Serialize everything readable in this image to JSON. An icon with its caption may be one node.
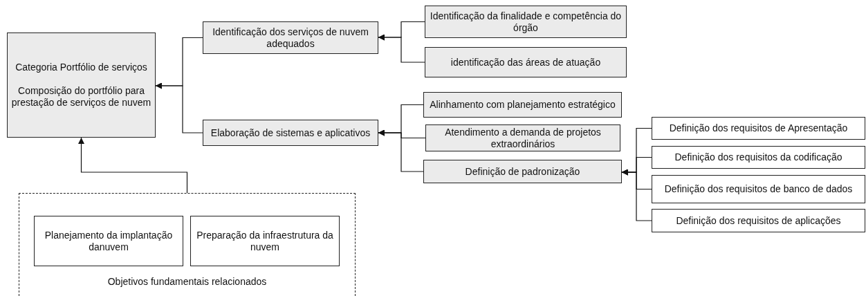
{
  "diagram": {
    "nodes": [
      {
        "text": [
          "Categoria Portfólio de serviços",
          "Composição do portfólio para prestação de serviços de nuvem"
        ]
      },
      {
        "text": [
          "Identificação dos serviços de nuvem adequados"
        ]
      },
      {
        "text": [
          "Elaboração de sistemas e aplicativos"
        ]
      },
      {
        "text": [
          "Identificação da finalidade e competência do órgão"
        ]
      },
      {
        "text": [
          "identificação das áreas de atuação"
        ]
      },
      {
        "text": [
          "Alinhamento com planejamento estratégico"
        ]
      },
      {
        "text": [
          "Atendimento a demanda de projetos extraordinários"
        ]
      },
      {
        "text": [
          "Definição de padronização"
        ]
      },
      {
        "text": [
          "Definição dos requisitos de Apresentação"
        ]
      },
      {
        "text": [
          "Definição dos requisitos da codificação"
        ]
      },
      {
        "text": [
          "Definição dos requisitos de banco de dados"
        ]
      },
      {
        "text": [
          "Definição dos requisitos de aplicações"
        ]
      },
      {
        "text": [
          "Objetivos fundamentais relacionados"
        ]
      },
      {
        "text": [
          "Planejamento da implantação danuvem"
        ],
        "in": 12
      },
      {
        "text": [
          "Preparação da infraestrutura da nuvem"
        ],
        "in": 12
      }
    ],
    "edges": [
      {
        "from": 1,
        "to": 0,
        "arrow": "to"
      },
      {
        "from": 2,
        "to": 0,
        "arrow": "to"
      },
      {
        "from": 3,
        "to": 1,
        "arrow": "to"
      },
      {
        "from": 4,
        "to": 1,
        "arrow": "to"
      },
      {
        "from": 5,
        "to": 2,
        "arrow": "to"
      },
      {
        "from": 6,
        "to": 2,
        "arrow": "to"
      },
      {
        "from": 7,
        "to": 2,
        "arrow": "to"
      },
      {
        "from": 8,
        "to": 7,
        "arrow": "to"
      },
      {
        "from": 9,
        "to": 7,
        "arrow": "to"
      },
      {
        "from": 10,
        "to": 7,
        "arrow": "to"
      },
      {
        "from": 11,
        "to": 7,
        "arrow": "to"
      },
      {
        "from": 12,
        "to": 0,
        "arrow": "to"
      }
    ]
  }
}
